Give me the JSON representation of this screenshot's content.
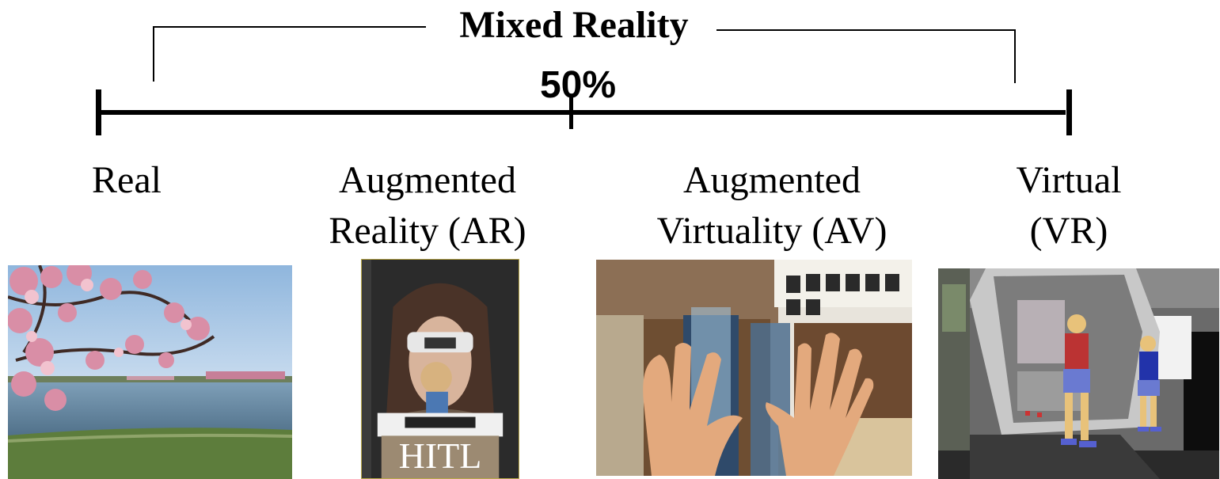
{
  "diagram": {
    "title": "Mixed Reality",
    "midpoint_label": "50%",
    "categories": [
      {
        "line1": "Real",
        "line2": ""
      },
      {
        "line1": "Augmented",
        "line2": "Reality (AR)"
      },
      {
        "line1": "Augmented",
        "line2": "Virtuality (AV)"
      },
      {
        "line1": "Virtual",
        "line2": "(VR)"
      }
    ],
    "images": [
      {
        "icon": "cherry-blossom-lake-photo"
      },
      {
        "icon": "woman-with-ar-headset-photo",
        "caption": "HITL"
      },
      {
        "icon": "hands-in-virtual-museum-render"
      },
      {
        "icon": "virtual-astronauts-in-spacecraft-render"
      }
    ]
  }
}
